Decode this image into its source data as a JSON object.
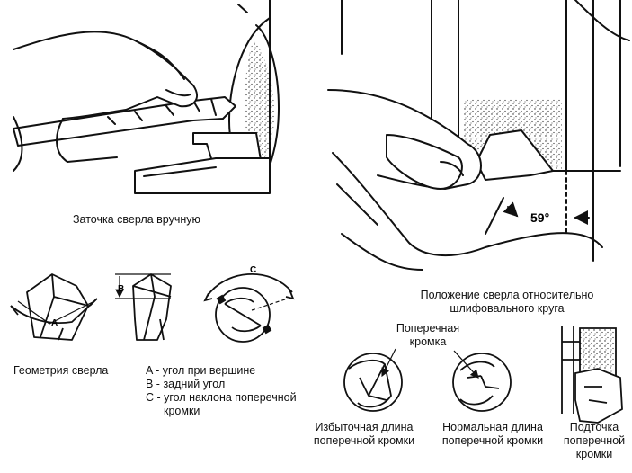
{
  "captions": {
    "hand_sharpening": "Заточка сверла вручную",
    "drill_position_line1": "Положение сверла относительно",
    "drill_position_line2": "шлифовального круга",
    "drill_geometry": "Геометрия сверла",
    "legend_a": "A - угол при вершине",
    "legend_b": "B - задний угол",
    "legend_c_line1": "C - угол наклона поперечной",
    "legend_c_line2": "кромки",
    "chisel_edge_line1": "Поперечная",
    "chisel_edge_line2": "кромка",
    "excess_line1": "Избыточная длина",
    "excess_line2": "поперечной кромки",
    "normal_line1": "Нормальная длина",
    "normal_line2": "поперечной кромки",
    "thinning_line1": "Подточка",
    "thinning_line2": "поперечной",
    "thinning_line3": "кромки"
  },
  "labels": {
    "angle_a": "A",
    "angle_b": "B",
    "angle_c": "C",
    "angle_59": "59°"
  }
}
